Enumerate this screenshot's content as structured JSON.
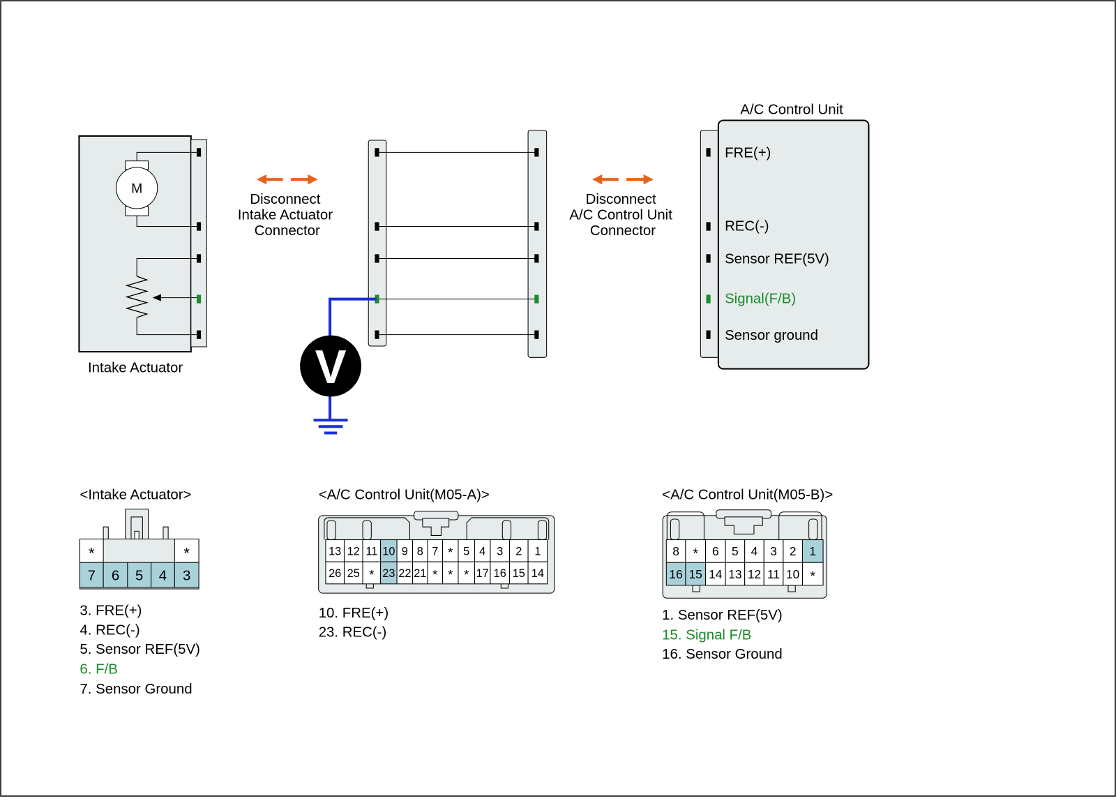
{
  "colors": {
    "stroke": "#000000",
    "panel_fill": "#e6ebec",
    "highlight_fill": "#a9d1da",
    "signal_green": "#1a8c2a",
    "arrow_orange": "#e8621a",
    "wire_blue": "#1a2fd6",
    "meter_black": "#000000"
  },
  "intake_actuator": {
    "label": "Intake Actuator",
    "motor_label": "M"
  },
  "harness": {
    "disconnect_left": [
      "Disconnect",
      "Intake Actuator",
      "Connector"
    ],
    "disconnect_right": [
      "Disconnect",
      "A/C Control Unit",
      "Connector"
    ],
    "voltmeter_label": "V"
  },
  "ac_control_unit": {
    "title": "A/C Control Unit",
    "pins": [
      "FRE(+)",
      "REC(-)",
      "Sensor REF(5V)",
      "Signal(F/B)",
      "Sensor ground"
    ],
    "signal_pin_index": 3
  },
  "connector_intake": {
    "title": "<Intake Actuator>",
    "top_row": [
      "*",
      "",
      "",
      "",
      "*"
    ],
    "bottom_row": [
      "7",
      "6",
      "5",
      "4",
      "3"
    ],
    "highlighted": [
      "7",
      "6",
      "5",
      "4",
      "3"
    ],
    "legend": [
      {
        "text": "3. FRE(+)",
        "signal": false
      },
      {
        "text": "4. REC(-)",
        "signal": false
      },
      {
        "text": "5. Sensor REF(5V)",
        "signal": false
      },
      {
        "text": "6. F/B",
        "signal": true
      },
      {
        "text": "7. Sensor Ground",
        "signal": false
      }
    ]
  },
  "connector_m05a": {
    "title": "<A/C Control Unit(M05-A)>",
    "top_row": [
      "13",
      "12",
      "11",
      "10",
      "9",
      "8",
      "7",
      "*",
      "5",
      "4",
      "3",
      "2",
      "1"
    ],
    "bottom_row": [
      "26",
      "25",
      "*",
      "23",
      "22",
      "21",
      "*",
      "*",
      "*",
      "17",
      "16",
      "15",
      "14"
    ],
    "highlighted": [
      "10",
      "23"
    ],
    "legend": [
      {
        "text": "10. FRE(+)",
        "signal": false
      },
      {
        "text": "23. REC(-)",
        "signal": false
      }
    ]
  },
  "connector_m05b": {
    "title": "<A/C Control Unit(M05-B)>",
    "top_row": [
      "8",
      "*",
      "6",
      "5",
      "4",
      "3",
      "2",
      "1"
    ],
    "bottom_row": [
      "16",
      "15",
      "14",
      "13",
      "12",
      "11",
      "10",
      "*"
    ],
    "highlighted": [
      "1",
      "16",
      "15"
    ],
    "legend": [
      {
        "text": "1. Sensor REF(5V)",
        "signal": false
      },
      {
        "text": "15. Signal F/B",
        "signal": true
      },
      {
        "text": "16. Sensor Ground",
        "signal": false
      }
    ]
  }
}
